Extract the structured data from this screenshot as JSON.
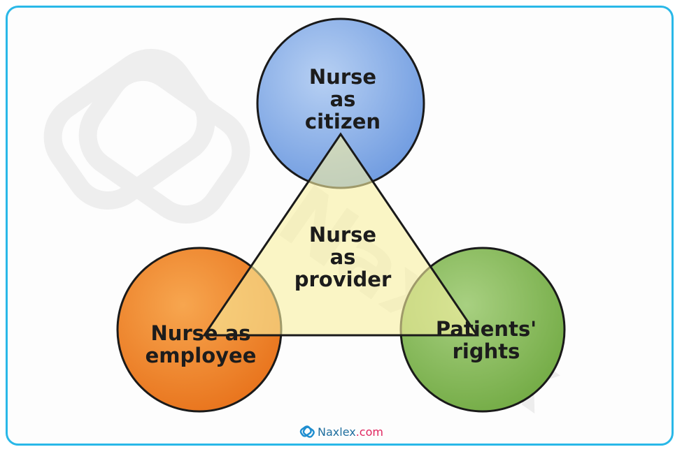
{
  "nodes": {
    "top": "Nurse\nas\ncitizen",
    "center": "Nurse\nas\nprovider",
    "left": "Nurse as\nemployee",
    "right": "Patients'\nrights"
  },
  "watermark": "Naxlex",
  "footer": {
    "brand": "Naxlex",
    "domain": ".com"
  },
  "colors": {
    "border": "#29b8e8",
    "citizen": "#8fb4e8",
    "employee": "#f08a2e",
    "rights": "#8cc063",
    "provider": "#f8f0a6"
  }
}
